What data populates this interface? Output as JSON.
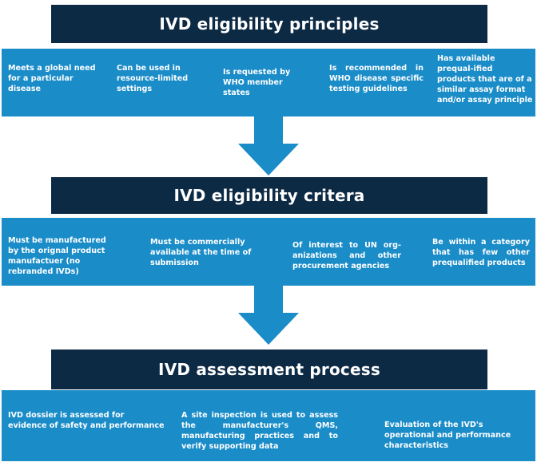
{
  "colors": {
    "header_bg": "#0d2a45",
    "band_bg": "#1a8cc8",
    "text": "#ffffff"
  },
  "sections": [
    {
      "title": "IVD eligibility principles",
      "items": [
        "Meets a global need for a particular disease",
        "Can be used in resource-limited settings",
        "Is requested by WHO member states",
        "Is recommended in WHO disease specific testing guidelines",
        "Has available prequal-ified products that are of a similar assay format and/or assay principle"
      ]
    },
    {
      "title": "IVD eligibility critera",
      "items": [
        "Must be manufactured by the orignal product manufactuer (no rebranded IVDs)",
        "Must be commercially available at the time of submission",
        "Of interest to UN org-anizations and other procurement agencies",
        "Be within a category that has few other prequalified products"
      ]
    },
    {
      "title": "IVD assessment process",
      "items": [
        "IVD dossier is assessed for evidence of safety and performance",
        "A site inspection is used to assess the manufacturer's QMS, manufacturing practices and to verify supporting data",
        "Evaluation of the IVD's operational and performance characteristics"
      ]
    }
  ]
}
